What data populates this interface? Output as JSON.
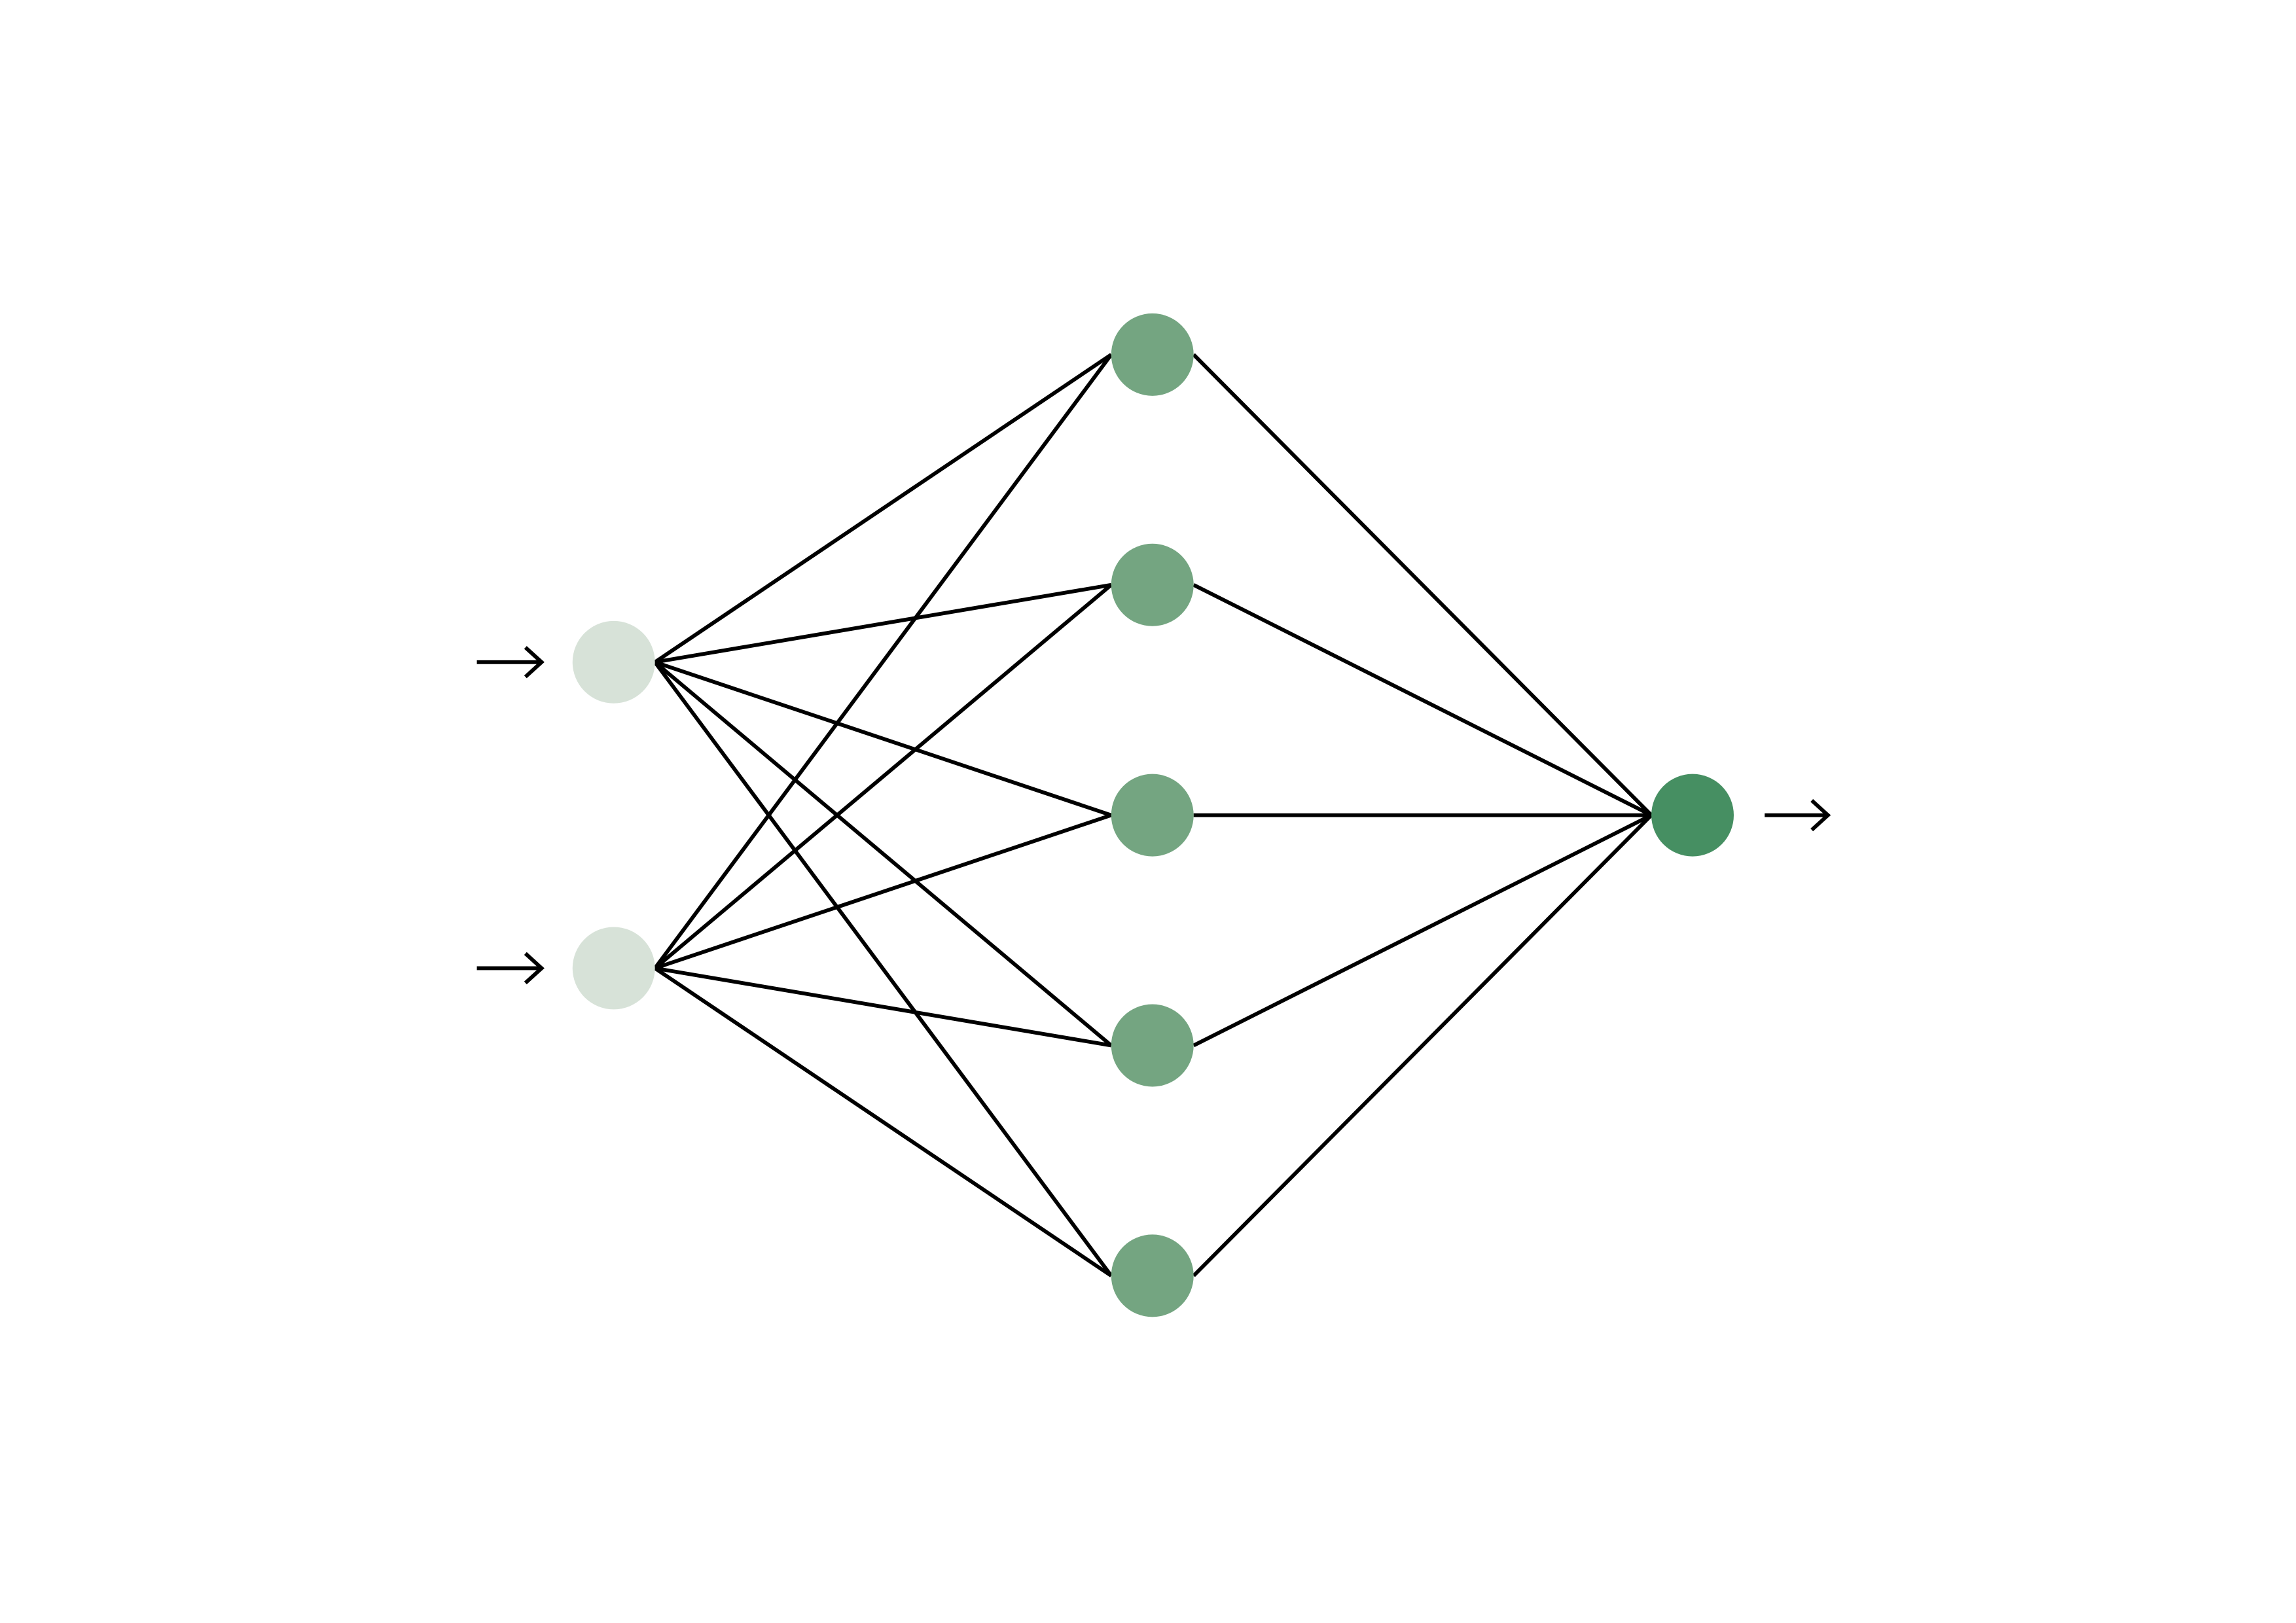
{
  "network": {
    "layers": [
      {
        "role": "input",
        "count": 2,
        "color": "#d7e2d8"
      },
      {
        "role": "hidden",
        "count": 5,
        "color": "#74a581"
      },
      {
        "role": "output",
        "count": 1,
        "color": "#468f62"
      }
    ],
    "connections": "fully-connected",
    "edge_color": "#000000",
    "input_arrows": true,
    "output_arrow": true
  }
}
